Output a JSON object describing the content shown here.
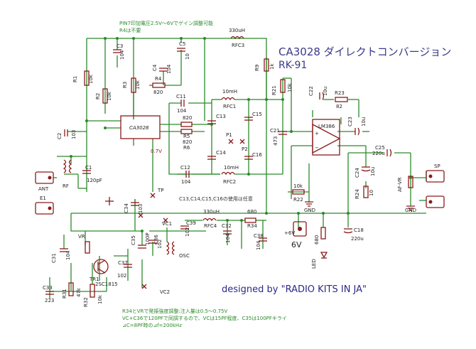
{
  "title": "CA3028 ダイレクトコンバージョン",
  "model": "RK-91",
  "credit": "designed by \"RADIO KITS IN JA\"",
  "top_notes": [
    "PIN7印加電圧2.5V～6Vでゲイン調整可能",
    "R4は不要"
  ],
  "mid_note": "C13,C14,C15,C16の使用は任意",
  "bottom_notes": [
    "R34とVRで発振強度調整:注入量は0.5～0.75V",
    "VC+C36で120PFで同調するので、VCは15PF程度、C35は100PFキライ",
    "⊿C=8PF時の⊿f=200kHz"
  ],
  "ic_labels": {
    "ca3028": "CA3028",
    "lm386": "LM386"
  },
  "components": {
    "R1": "R1",
    "R1v": "10k",
    "R2": "R2",
    "R2v": "10k",
    "R3": "R3",
    "R3v": "10k",
    "R4": "R4",
    "R4v": "820",
    "R5": "R5",
    "R5v": "820",
    "R6": "R6",
    "R6v": "820",
    "R9": "R9",
    "R9v": "1k",
    "R21": "R21",
    "R21v": "10k",
    "R22": "R22",
    "R22v": "10k",
    "R23": "R23",
    "R23v": "82",
    "R24": "R24",
    "R24v": "10",
    "R31": "R31",
    "R31v": "47k",
    "R32": "R32",
    "R32v": "10k",
    "R34": "R34",
    "R34v": "680",
    "R35": "680",
    "C1": "C1",
    "C1v": "120pF",
    "C2": "C2",
    "C2v": "103",
    "C3": "C3",
    "C3v": "104",
    "C4": "C4",
    "C4v": "104",
    "C5": "C5",
    "C5v": "10",
    "C11": "C11",
    "C11v": "104",
    "C12": "C12",
    "C12v": "104",
    "C13": "C13",
    "C14": "C14",
    "C15": "C15",
    "C16": "C16",
    "C21": "C21",
    "C21v": "473",
    "C22": "C22",
    "C22v": "10u",
    "C23": "C23",
    "C23v": "10u",
    "C24": "C24",
    "C24v": "10u",
    "C25": "C25",
    "C25v": "220u",
    "C31": "C31",
    "C31v": "104",
    "C32": "C32",
    "C32v": "104",
    "C33": "C33",
    "C33v": "223",
    "C34": "C34",
    "C34v": "103",
    "C35": "C35",
    "C35v": "100P",
    "C36": "C36",
    "C36v": "102",
    "C37": "C37",
    "C37v": "102",
    "C38": "C38",
    "C38v": "104",
    "C39": "C39",
    "C39v": "102",
    "C18": "C18",
    "C18v": "220u",
    "RFC1": "RFC1",
    "RFC1v": "10mH",
    "RFC2": "RFC2",
    "RFC2v": "10mH",
    "RFC3": "RFC3",
    "RFC3v": "330uH",
    "RFC4": "RFC4",
    "RFC4v": "330uH",
    "P1": "P1",
    "P2": "P2",
    "TP": "TP",
    "RF": "RF",
    "OSC": "OSC",
    "TR1": "TR1",
    "TR1v": "2SC1815",
    "VC1": "VC1",
    "VC2": "VC2",
    "VR": "VR",
    "AF_VR": "AF-VR",
    "LED": "LED",
    "ANT": "ANT",
    "E1": "E1",
    "SP": "SP",
    "GND": "GND",
    "v6": "6V",
    "v6p": "+6V",
    "v07": "0.7V"
  },
  "colors": {
    "wire": "#2b8a2b",
    "part": "#8a1a1a",
    "title": "#3a3a8a"
  }
}
